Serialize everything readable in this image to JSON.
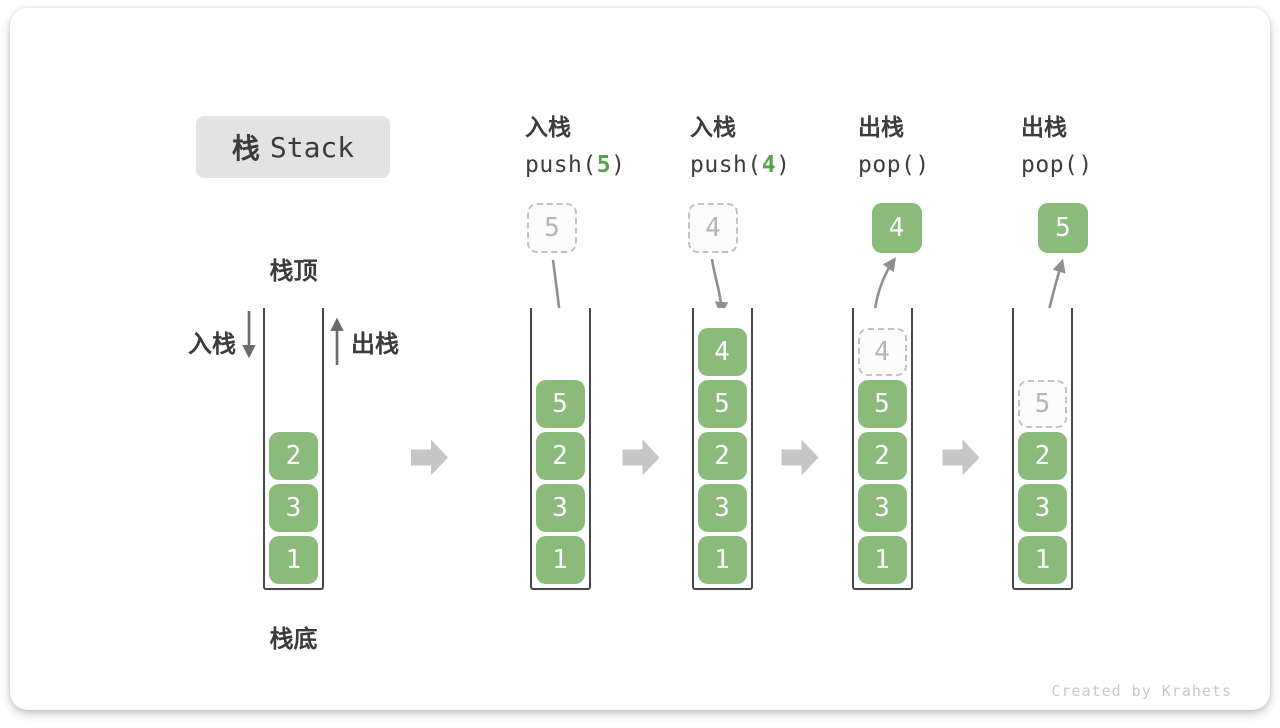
{
  "title": {
    "zh": "栈",
    "en": "Stack"
  },
  "watermark": "Created by Krahets",
  "first_stack_labels": {
    "top": "栈顶",
    "bottom": "栈底",
    "push": "入栈",
    "pop": "出栈"
  },
  "colors": {
    "cell_green": "#8abb7a",
    "code_value_green": "#55a24c",
    "title_badge_bg": "#e3e3e3",
    "text_dark": "#3b3b3b",
    "ghost_border": "#c2c2c2",
    "ghost_text": "#b5b5b5",
    "flow_arrow_gray": "#c6c6c6",
    "motion_arrow_gray": "#8f8f8f"
  },
  "columns": [
    {
      "name": "initial-stack",
      "header": null,
      "floating": null,
      "cells": [
        {
          "value": "2",
          "ghost": false
        },
        {
          "value": "3",
          "ghost": false
        },
        {
          "value": "1",
          "ghost": false
        }
      ]
    },
    {
      "name": "after-push-5",
      "header": {
        "label": "入栈",
        "code_pre": "push(",
        "code_val": "5",
        "code_post": ")"
      },
      "floating": {
        "value": "5",
        "ghost": true
      },
      "motion": "push",
      "cells": [
        {
          "value": "5",
          "ghost": false
        },
        {
          "value": "2",
          "ghost": false
        },
        {
          "value": "3",
          "ghost": false
        },
        {
          "value": "1",
          "ghost": false
        }
      ]
    },
    {
      "name": "after-push-4",
      "header": {
        "label": "入栈",
        "code_pre": "push(",
        "code_val": "4",
        "code_post": ")"
      },
      "floating": {
        "value": "4",
        "ghost": true
      },
      "motion": "push",
      "cells": [
        {
          "value": "4",
          "ghost": false
        },
        {
          "value": "5",
          "ghost": false
        },
        {
          "value": "2",
          "ghost": false
        },
        {
          "value": "3",
          "ghost": false
        },
        {
          "value": "1",
          "ghost": false
        }
      ]
    },
    {
      "name": "after-pop-4",
      "header": {
        "label": "出栈",
        "code_pre": "pop(",
        "code_val": "",
        "code_post": ")"
      },
      "floating": {
        "value": "4",
        "ghost": false
      },
      "motion": "pop",
      "cells": [
        {
          "value": "4",
          "ghost": true
        },
        {
          "value": "5",
          "ghost": false
        },
        {
          "value": "2",
          "ghost": false
        },
        {
          "value": "3",
          "ghost": false
        },
        {
          "value": "1",
          "ghost": false
        }
      ]
    },
    {
      "name": "after-pop-5",
      "header": {
        "label": "出栈",
        "code_pre": "pop(",
        "code_val": "",
        "code_post": ")"
      },
      "floating": {
        "value": "5",
        "ghost": false
      },
      "motion": "pop",
      "cells": [
        {
          "value": "5",
          "ghost": true
        },
        {
          "value": "2",
          "ghost": false
        },
        {
          "value": "3",
          "ghost": false
        },
        {
          "value": "1",
          "ghost": false
        }
      ]
    }
  ]
}
